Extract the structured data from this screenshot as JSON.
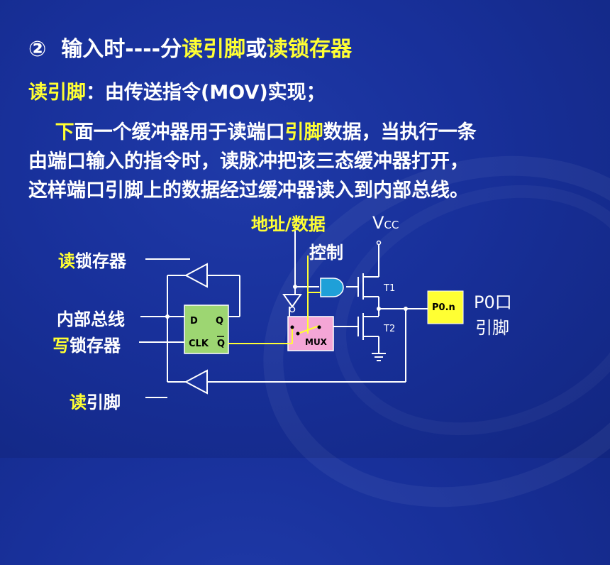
{
  "title": {
    "number": "②",
    "prefix": "输入时----分",
    "opt1": "读引脚",
    "mid": "或",
    "opt2": "读锁存器"
  },
  "line2": {
    "hl": "读引脚",
    "text": "：由传送指令(MOV)实现；"
  },
  "paragraph": {
    "first_char": "下",
    "line1_a": "面一个缓冲器用于读端口",
    "line1_hl": "引脚",
    "line1_b": "数据，当执行一条",
    "line2": "由端口输入的指令时，读脉冲把该三态缓冲器打开，",
    "line3": "这样端口引脚上的数据经过缓冲器读入到内部总线。"
  },
  "diagram": {
    "addr_data": "地址/数据",
    "control": "控制",
    "vcc_v": "V",
    "vcc_sub": "CC",
    "read_latch_hl": "读",
    "read_latch_rest": "锁存器",
    "internal_bus": "内部总线",
    "write_latch_hl": "写",
    "write_latch_rest": "锁存器",
    "read_pin_hl": "读",
    "read_pin_rest": "引脚",
    "ff_d": "D",
    "ff_q": "Q",
    "ff_clk": "CLK",
    "ff_qbar": "Q",
    "mux": "MUX",
    "t1": "T1",
    "t2": "T2",
    "pin_box": "P0.n",
    "port_label1": "P0口",
    "port_label2": "引脚"
  }
}
